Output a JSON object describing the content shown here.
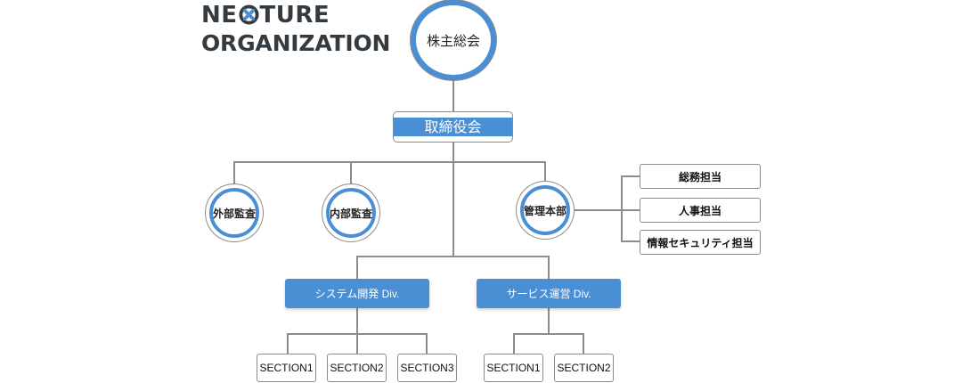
{
  "logo": {
    "line1_start": "NE",
    "line1_end": "TURE",
    "line2": "ORGANIZATION",
    "mark_icon": "x-circle-logo-icon"
  },
  "shareholders": "株主総会",
  "board": "取締役会",
  "external_audit": "外部監査",
  "internal_audit": "内部監査",
  "management": "管理本部",
  "management_units": [
    "総務担当",
    "人事担当",
    "情報セキュリティ担当"
  ],
  "divisions": [
    {
      "name": "システム開発 Div.",
      "sections": [
        "SECTION1",
        "SECTION2",
        "SECTION3"
      ]
    },
    {
      "name": "サービス運営 Div.",
      "sections": [
        "SECTION1",
        "SECTION2"
      ]
    }
  ],
  "colors": {
    "accent": "#4a8fd4",
    "line": "#8c8c8c",
    "logo_text": "#333a40"
  }
}
